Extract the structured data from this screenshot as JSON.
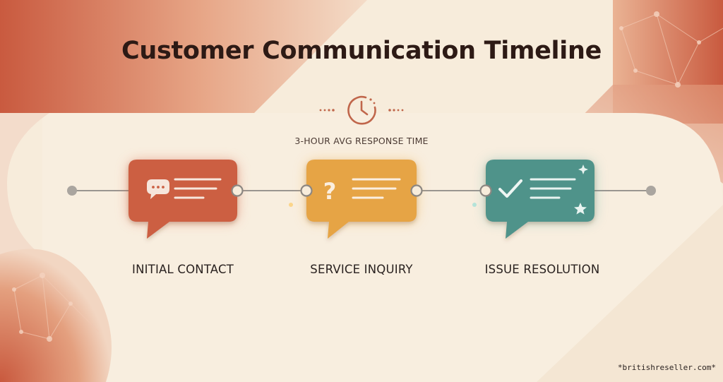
{
  "title": "Customer Communication Timeline",
  "response": {
    "label": "3-HOUR AVG RESPONSE TIME",
    "icon": "clock-icon"
  },
  "steps": [
    {
      "label": "INITIAL CONTACT",
      "color": "#cc5f43",
      "icon": "chat-bubble-icon"
    },
    {
      "label": "SERVICE INQUIRY",
      "color": "#e6a445",
      "icon": "question-mark-icon"
    },
    {
      "label": "ISSUE RESOLUTION",
      "color": "#4f938a",
      "icon": "checkmark-icon"
    }
  ],
  "colors": {
    "accent": "#cc5f43",
    "background": "#f7ecdb",
    "connector": "#9a9590"
  },
  "credit": "*britishreseller.com*"
}
